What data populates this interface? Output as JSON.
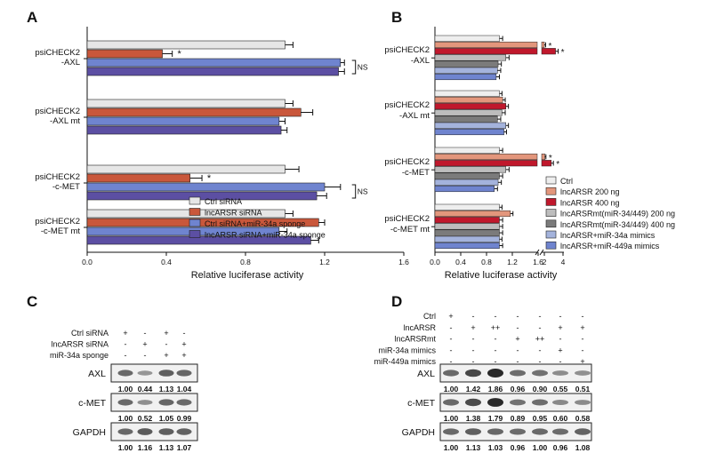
{
  "panels": {
    "a": "A",
    "b": "B",
    "c": "C",
    "d": "D"
  },
  "colors": {
    "ctrl_sirna": "#e6e6e6",
    "lncarsr_sirna": "#c9573b",
    "ctrl_sponge": "#6f84cf",
    "lncarsr_sponge": "#5c4fa3",
    "b_ctrl": "#eeeeee",
    "b_200": "#e3967c",
    "b_400": "#c0182c",
    "b_mt200": "#bdbdbd",
    "b_mt400": "#7b7b7b",
    "b_34a": "#a4b3dc",
    "b_449a": "#6f84cf"
  },
  "chart_data": [
    {
      "panel": "A",
      "type": "bar",
      "orientation": "horizontal",
      "xlabel": "Relative luciferase activity",
      "xlim": [
        0,
        1.6
      ],
      "xticks": [
        "0.0",
        "0.4",
        "0.8",
        "1.2",
        "1.6"
      ],
      "categories": [
        [
          "psiCHECK2",
          "-AXL"
        ],
        [
          "psiCHECK2",
          "-AXL mt"
        ],
        [
          "psiCHECK2",
          "-c-MET"
        ],
        [
          "psiCHECK2",
          "-c-MET mt"
        ]
      ],
      "series": [
        {
          "name": "Ctrl siRNA",
          "color_key": "ctrl_sirna",
          "values": [
            1.0,
            1.0,
            1.0,
            1.0
          ],
          "errors": [
            0.04,
            0.04,
            0.07,
            0.04
          ]
        },
        {
          "name": "lncARSR siRNA",
          "color_key": "lncarsr_sirna",
          "values": [
            0.38,
            1.08,
            0.52,
            1.17
          ],
          "errors": [
            0.05,
            0.06,
            0.06,
            0.03
          ]
        },
        {
          "name": "Ctrl siRNA+miR-34a sponge",
          "color_key": "ctrl_sponge",
          "values": [
            1.28,
            0.97,
            1.2,
            0.97
          ],
          "errors": [
            0.02,
            0.03,
            0.08,
            0.04
          ]
        },
        {
          "name": "lncARSR siRNA+miR-34a sponge",
          "color_key": "lncarsr_sponge",
          "values": [
            1.27,
            0.98,
            1.16,
            1.13
          ],
          "errors": [
            0.03,
            0.03,
            0.05,
            0.04
          ]
        }
      ],
      "annotations": [
        {
          "text": "*",
          "category": 0,
          "series": 1
        },
        {
          "text": "*",
          "category": 2,
          "series": 1
        },
        {
          "text": "NS",
          "category": 0,
          "series": [
            2,
            3
          ]
        },
        {
          "text": "NS",
          "category": 2,
          "series": [
            2,
            3
          ]
        }
      ],
      "legend": "bottom-right"
    },
    {
      "panel": "B",
      "type": "bar",
      "orientation": "horizontal",
      "xlabel": "Relative luciferase activity",
      "axis_break": true,
      "xlim": [
        0,
        4
      ],
      "xticks": [
        "0.0",
        "0.4",
        "0.8",
        "1.2",
        "1.6",
        "2",
        "4"
      ],
      "categories": [
        [
          "psiCHECK2",
          "-AXL"
        ],
        [
          "psiCHECK2",
          "-AXL mt"
        ],
        [
          "psiCHECK2",
          "-c-MET"
        ],
        [
          "psiCHECK2",
          "-c-MET mt"
        ]
      ],
      "series": [
        {
          "name": "Ctrl",
          "color_key": "b_ctrl",
          "values": [
            1.0,
            1.0,
            1.0,
            1.0
          ],
          "errors": [
            0.05,
            0.04,
            0.05,
            0.04
          ]
        },
        {
          "name": "lncARSR 200 ng",
          "color_key": "b_200",
          "values": [
            2.25,
            1.05,
            2.3,
            1.17
          ],
          "errors": [
            0.12,
            0.04,
            0.1,
            0.04
          ]
        },
        {
          "name": "lncARSR 400 ng",
          "color_key": "b_400",
          "values": [
            3.3,
            1.1,
            2.9,
            1.0
          ],
          "errors": [
            0.25,
            0.04,
            0.2,
            0.05
          ]
        },
        {
          "name": "lncARSRmt(miR-34/449) 200 ng",
          "color_key": "b_mt200",
          "values": [
            1.1,
            1.04,
            1.1,
            1.0
          ],
          "errors": [
            0.05,
            0.05,
            0.05,
            0.05
          ]
        },
        {
          "name": "lncARSRmt(miR-34/449) 400 ng",
          "color_key": "b_mt400",
          "values": [
            0.98,
            0.97,
            1.0,
            1.0
          ],
          "errors": [
            0.05,
            0.05,
            0.05,
            0.05
          ]
        },
        {
          "name": "lncARSR+miR-34a mimics",
          "color_key": "b_34a",
          "values": [
            0.97,
            1.1,
            0.98,
            1.0
          ],
          "errors": [
            0.05,
            0.04,
            0.05,
            0.04
          ]
        },
        {
          "name": "lncARSR+miR-449a mimics",
          "color_key": "b_449a",
          "values": [
            0.95,
            1.07,
            0.92,
            1.0
          ],
          "errors": [
            0.05,
            0.04,
            0.05,
            0.05
          ]
        }
      ],
      "annotations": [
        {
          "text": "*",
          "category": 0,
          "series": 1
        },
        {
          "text": "*",
          "category": 0,
          "series": 2
        },
        {
          "text": "*",
          "category": 2,
          "series": 1
        },
        {
          "text": "*",
          "category": 2,
          "series": 2
        }
      ],
      "legend": "bottom-right"
    },
    {
      "panel": "C",
      "type": "table",
      "conditions": [
        {
          "label": "Ctrl siRNA",
          "marks": [
            "+",
            "-",
            "+",
            "-"
          ]
        },
        {
          "label": "lncARSR siRNA",
          "marks": [
            "-",
            "+",
            "-",
            "+"
          ]
        },
        {
          "label": "miR-34a sponge",
          "marks": [
            "-",
            "-",
            "+",
            "+"
          ]
        }
      ],
      "blots": [
        {
          "label": "AXL",
          "values": [
            "1.00",
            "0.44",
            "1.13",
            "1.04"
          ]
        },
        {
          "label": "c-MET",
          "values": [
            "1.00",
            "0.52",
            "1.05",
            "0.99"
          ]
        },
        {
          "label": "GAPDH",
          "values": [
            "1.00",
            "1.16",
            "1.13",
            "1.07"
          ]
        }
      ]
    },
    {
      "panel": "D",
      "type": "table",
      "conditions": [
        {
          "label": "Ctrl",
          "marks": [
            "+",
            "-",
            "-",
            "-",
            "-",
            "-",
            "-"
          ]
        },
        {
          "label": "lncARSR",
          "marks": [
            "-",
            "+",
            "++",
            "-",
            "-",
            "+",
            "+"
          ]
        },
        {
          "label": "lncARSRmt",
          "marks": [
            "-",
            "-",
            "-",
            "+",
            "++",
            "-",
            "-"
          ]
        },
        {
          "label": "miR-34a mimics",
          "marks": [
            "-",
            "-",
            "-",
            "-",
            "-",
            "+",
            "-"
          ]
        },
        {
          "label": "miR-449a mimics",
          "marks": [
            "-",
            "-",
            "-",
            "-",
            "-",
            "-",
            "+"
          ]
        }
      ],
      "blots": [
        {
          "label": "AXL",
          "values": [
            "1.00",
            "1.42",
            "1.86",
            "0.96",
            "0.90",
            "0.55",
            "0.51"
          ]
        },
        {
          "label": "c-MET",
          "values": [
            "1.00",
            "1.38",
            "1.79",
            "0.89",
            "0.95",
            "0.60",
            "0.58"
          ]
        },
        {
          "label": "GAPDH",
          "values": [
            "1.00",
            "1.13",
            "1.03",
            "0.96",
            "1.00",
            "0.96",
            "1.08"
          ]
        }
      ]
    }
  ]
}
